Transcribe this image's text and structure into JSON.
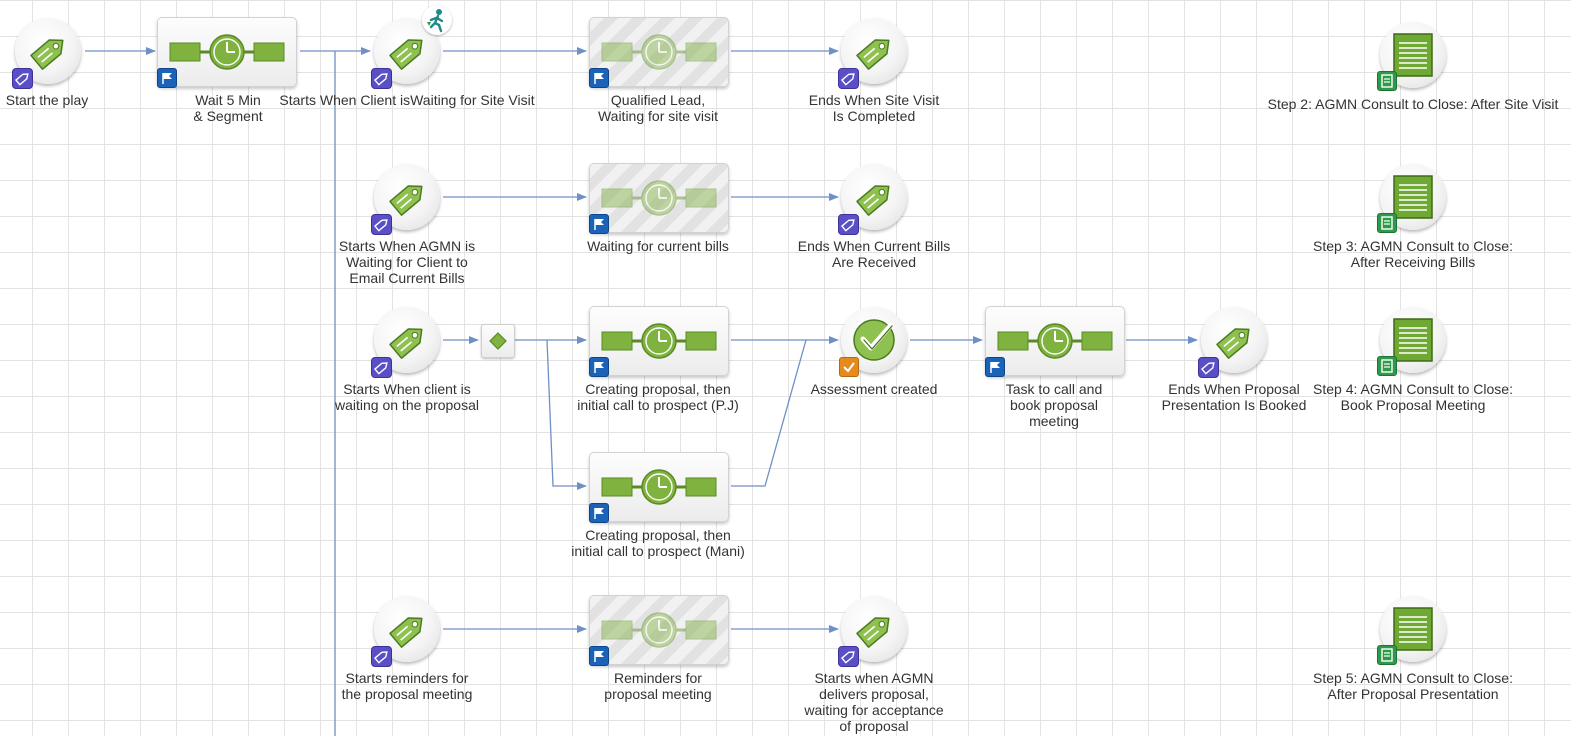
{
  "colors": {
    "connector": "#6f8fc7",
    "task_green": "#7fb23f",
    "flag_blue": "#1b63b8",
    "tag_purple": "#5b4fc7",
    "note_green": "#2e9a49",
    "check_orange": "#e68a1f"
  },
  "nodes": {
    "start_play": {
      "label": "Start the play",
      "icon": "tag-icon"
    },
    "wait_segment": {
      "label": "Wait 5 Min\n& Segment",
      "icon": "timer-task-icon"
    },
    "starts_site_visit": {
      "label": "Starts When Client isWaiting for Site Visit",
      "icon": "tag-icon",
      "badge": "walker-icon"
    },
    "qualified_lead": {
      "label": "Qualified Lead,\nWaiting for site visit",
      "icon": "timer-task-icon",
      "state": "inactive"
    },
    "ends_site_visit": {
      "label": "Ends When Site Visit\nIs Completed",
      "icon": "tag-icon"
    },
    "step2": {
      "label": "Step 2: AGMN Consult to Close: After Site Visit",
      "icon": "notes-icon"
    },
    "starts_bills": {
      "label": "Starts When AGMN is\nWaiting for Client to\nEmail Current Bills",
      "icon": "tag-icon"
    },
    "waiting_bills": {
      "label": "Waiting for current bills",
      "icon": "timer-task-icon",
      "state": "inactive"
    },
    "ends_bills": {
      "label": "Ends When Current Bills\nAre Received",
      "icon": "tag-icon"
    },
    "step3": {
      "label": "Step 3: AGMN Consult to Close:\nAfter Receiving Bills",
      "icon": "notes-icon"
    },
    "starts_proposal": {
      "label": "Starts When client is\nwaiting on the proposal",
      "icon": "tag-icon"
    },
    "split": {
      "icon": "diamond-icon"
    },
    "proposal_pj": {
      "label": "Creating proposal, then\ninitial call to prospect (P.J)",
      "icon": "timer-task-icon"
    },
    "proposal_mani": {
      "label": "Creating proposal, then\ninitial call to prospect (Mani)",
      "icon": "timer-task-icon"
    },
    "assessment": {
      "label": "Assessment created",
      "icon": "check-icon"
    },
    "task_book": {
      "label": "Task to call and\nbook proposal\nmeeting",
      "icon": "timer-task-icon"
    },
    "ends_proposal": {
      "label": "Ends When Proposal\nPresentation Is Booked",
      "icon": "tag-icon"
    },
    "step4": {
      "label": "Step 4: AGMN Consult to Close:\nBook Proposal Meeting",
      "icon": "notes-icon"
    },
    "starts_reminders": {
      "label": "Starts reminders for\nthe proposal meeting",
      "icon": "tag-icon"
    },
    "reminders": {
      "label": "Reminders for\nproposal meeting",
      "icon": "timer-task-icon",
      "state": "inactive"
    },
    "starts_delivers": {
      "label": "Starts when AGMN\ndelivers proposal,\nwaiting for acceptance\nof proposal",
      "icon": "tag-icon"
    },
    "step5": {
      "label": "Step 5: AGMN Consult to Close:\nAfter Proposal Presentation",
      "icon": "notes-icon"
    }
  }
}
